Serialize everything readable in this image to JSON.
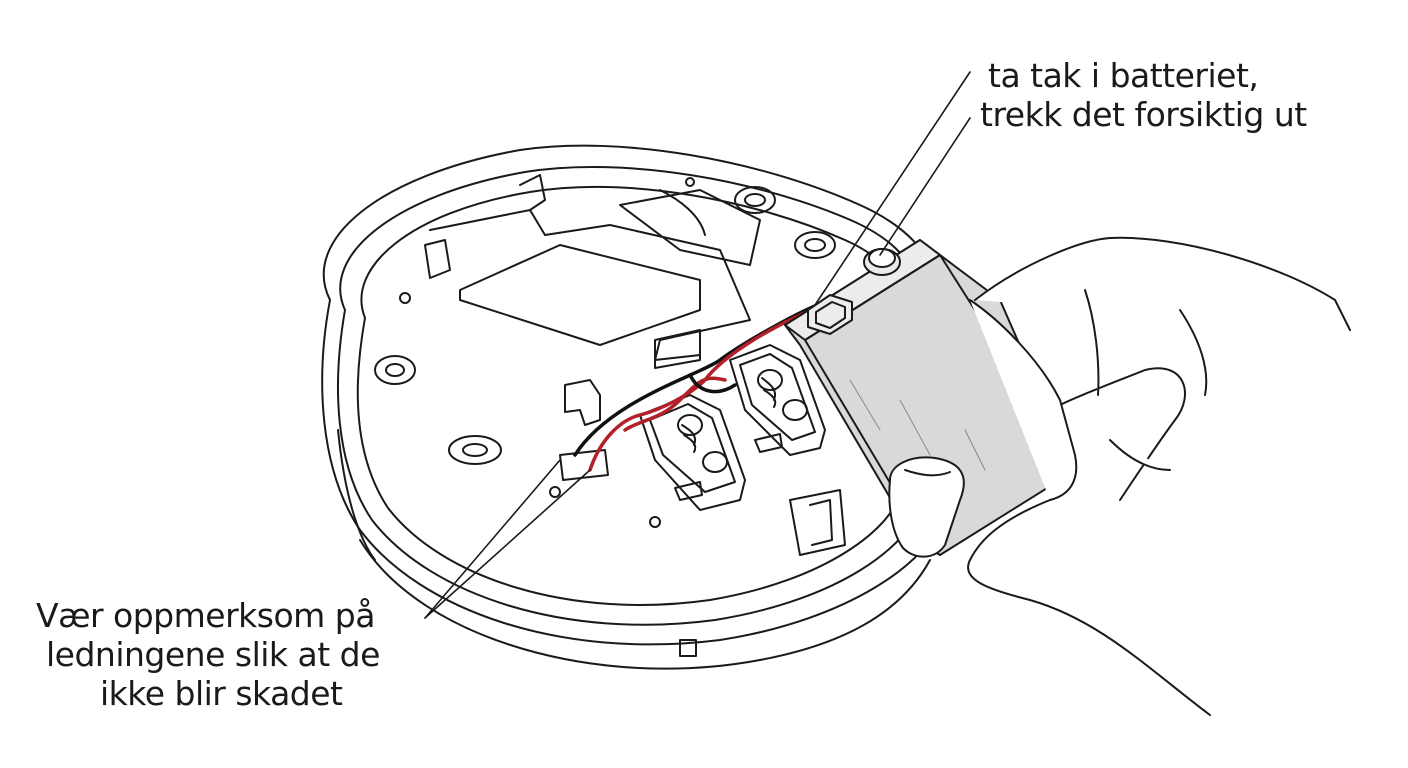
{
  "callouts": {
    "battery": {
      "line1": "ta tak i batteriet,",
      "line2": "trekk det forsiktig ut"
    },
    "wires": {
      "line1": "Vær oppmerksom på",
      "line2": "ledningene slik at de",
      "line3": "ikke blir skadet"
    }
  },
  "colors": {
    "outline": "#1a1a1a",
    "wire_red": "#b3202a",
    "wire_black": "#111111",
    "battery_body": "#d9d9d9",
    "battery_top": "#ececec",
    "background": "#ffffff"
  },
  "icons": {
    "detector": "smoke-detector-base",
    "battery": "9v-battery",
    "hand": "hand-gripping-battery"
  }
}
